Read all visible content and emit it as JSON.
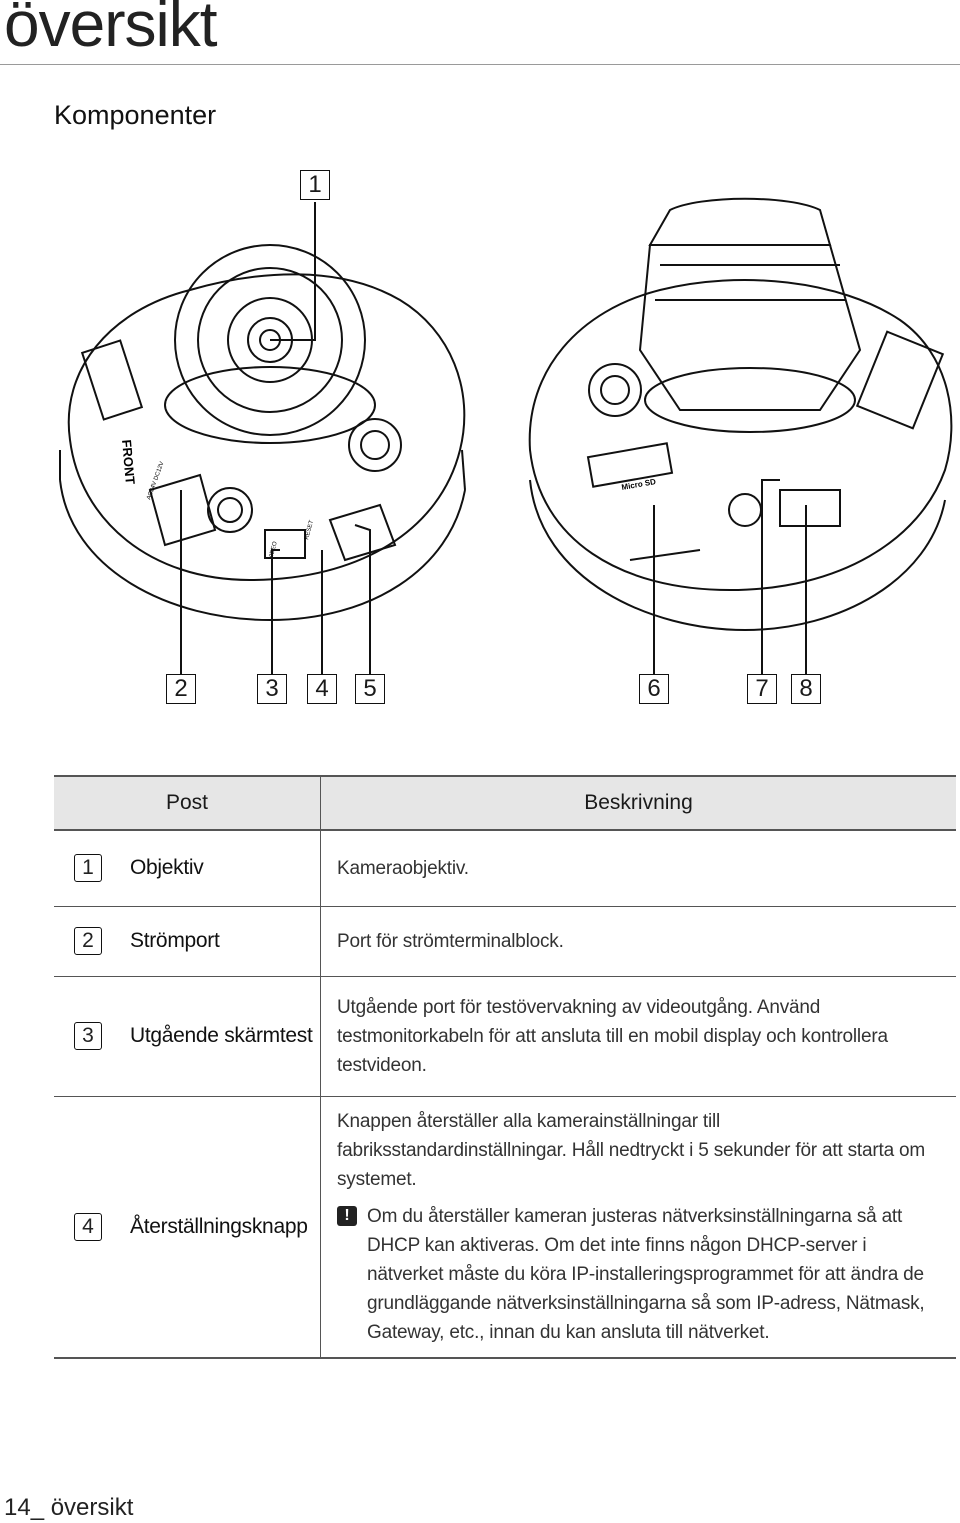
{
  "header": {
    "chapter_title": "översikt",
    "section_title": "Komponenter"
  },
  "figure": {
    "callouts": [
      "1",
      "2",
      "3",
      "4",
      "5",
      "6",
      "7",
      "8"
    ],
    "label_front": "FRONT",
    "label_microsd": "Micro SD",
    "label_reset": "RESET",
    "label_power": "AC24V DC12V",
    "label_video": "VIDEO"
  },
  "table": {
    "headers": {
      "post": "Post",
      "description": "Beskrivning"
    },
    "rows": [
      {
        "num": "1",
        "name": "Objektiv",
        "desc": "Kameraobjektiv."
      },
      {
        "num": "2",
        "name": "Strömport",
        "desc": "Port för strömterminalblock."
      },
      {
        "num": "3",
        "name": "Utgående skärmtest",
        "desc": "Utgående port för testövervakning av videoutgång. Använd testmonitorkabeln för att ansluta till en mobil display och kontrollera testvideon."
      },
      {
        "num": "4",
        "name": "Återställningsknapp",
        "desc": "Knappen återställer alla kamerainställningar till fabriksstandardinställningar. Håll nedtryckt i 5 sekunder för att starta om systemet.",
        "note_icon": "!",
        "note": "Om du återställer kameran justeras nätverksinställningarna så att DHCP kan aktiveras. Om det inte finns någon DHCP-server i nätverket måste du köra IP-installeringsprogrammet för att ändra de grundläggande nätverksinställningarna så som IP-adress, Nätmask, Gateway, etc., innan du kan ansluta till nätverket."
      }
    ]
  },
  "footer": {
    "page_label": "14_ översikt"
  }
}
